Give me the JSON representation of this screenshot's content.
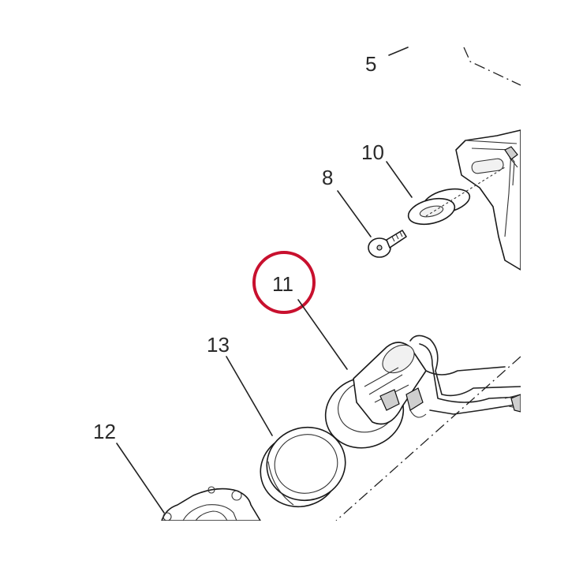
{
  "callouts": {
    "c5": "5",
    "c10": "10",
    "c8": "8",
    "c11": "11",
    "c13": "13",
    "c12": "12"
  },
  "colors": {
    "highlight": "#c8102e",
    "line": "#222222",
    "background": "#ffffff"
  },
  "highlighted_part": "11"
}
